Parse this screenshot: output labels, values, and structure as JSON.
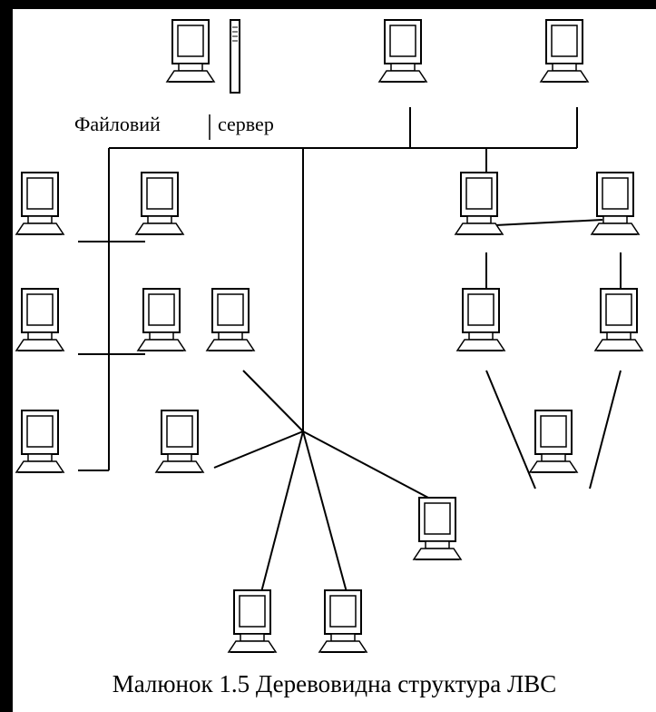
{
  "diagram": {
    "server_label_left": "Файловий",
    "server_label_right": "сервер",
    "caption": "Малюнок 1.5 Деревовидна структура ЛВС"
  },
  "nodes": [
    {
      "id": "file-server",
      "kind": "server"
    },
    {
      "id": "pc-top-mid"
    },
    {
      "id": "pc-top-right"
    },
    {
      "id": "pc-left-r1-a"
    },
    {
      "id": "pc-left-r1-b"
    },
    {
      "id": "pc-left-r2-a"
    },
    {
      "id": "pc-left-r2-b"
    },
    {
      "id": "pc-left-r2-c"
    },
    {
      "id": "pc-left-r3-a"
    },
    {
      "id": "pc-star-a"
    },
    {
      "id": "pc-star-b"
    },
    {
      "id": "pc-star-c"
    },
    {
      "id": "pc-star-d"
    },
    {
      "id": "pc-right-r1-a"
    },
    {
      "id": "pc-right-r1-b"
    },
    {
      "id": "pc-right-r2-a"
    },
    {
      "id": "pc-right-r2-b"
    },
    {
      "id": "pc-right-r3"
    }
  ]
}
